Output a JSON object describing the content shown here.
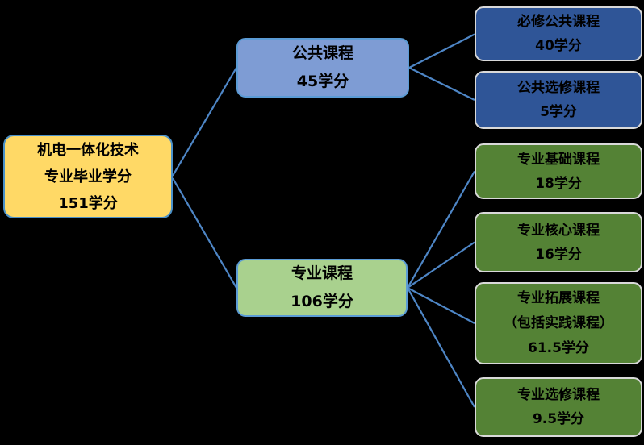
{
  "colors": {
    "background": "#000000",
    "connector_line": "#4E86C6",
    "root_fill": "#FFD966",
    "root_border": "#4A90C8",
    "level2_public_fill": "#7E9CD4",
    "level2_major_fill": "#A9D18E",
    "level2_border": "#5B9BD5",
    "level3_public_fill": "#2F5597",
    "level3_major_fill": "#548235",
    "level3_border": "#D9D9D9",
    "text": "#000000"
  },
  "root": {
    "line1": "机电一体化技术",
    "line2": "专业毕业学分",
    "credits": "151学分"
  },
  "level2": [
    {
      "title": "公共课程",
      "credits": "45学分"
    },
    {
      "title": "专业课程",
      "credits": "106学分"
    }
  ],
  "level3": [
    {
      "title": "必修公共课程",
      "credits": "40学分"
    },
    {
      "title": "公共选修课程",
      "credits": "5学分"
    },
    {
      "title": "专业基础课程",
      "credits": "18学分"
    },
    {
      "title": "专业核心课程",
      "credits": "16学分"
    },
    {
      "title": "专业拓展课程",
      "subtitle": "（包括实践课程）",
      "credits": "61.5学分"
    },
    {
      "title": "专业选修课程",
      "credits": "9.5学分"
    }
  ]
}
